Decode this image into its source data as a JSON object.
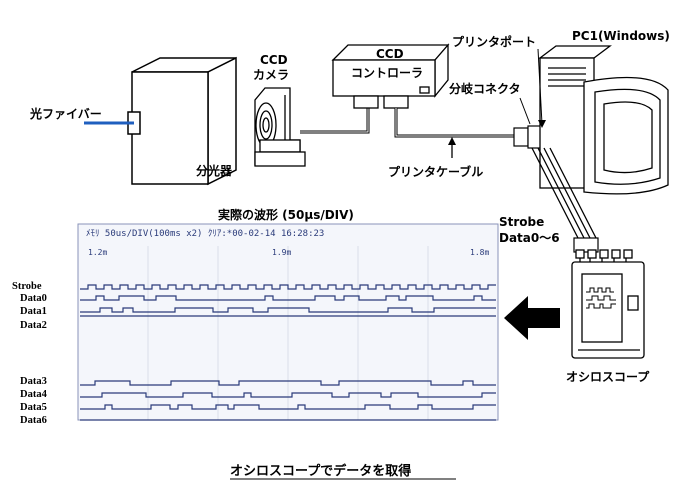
{
  "labels": {
    "fiber": "光ファイバー",
    "spectrometer": "分光器",
    "ccd_camera_l1": "CCD",
    "ccd_camera_l2": "カメラ",
    "ccd_ctrl_l1": "CCD",
    "ccd_ctrl_l2": "コントローラ",
    "printer_port": "プリンタポート",
    "pc": "PC1(Windows)",
    "branch_connector": "分岐コネクタ",
    "printer_cable": "プリンタケーブル",
    "waveform_title": "実際の波形 (50μs/DIV)",
    "strobe_data_l1": "Strobe",
    "strobe_data_l2": "Data0～6",
    "oscilloscope": "オシロスコープ",
    "caption": "オシロスコープでデータを取得"
  },
  "scope_screen": {
    "header": "ﾒﾓﾘ    50us/DIV(100ms x2) ｸﾘｱ:*00-02-14 16:28:23",
    "ticks": [
      "1.2m",
      "1.9m",
      "1.8m"
    ]
  },
  "signals": [
    "Strobe",
    "Data0",
    "Data1",
    "Data2",
    "Data3",
    "Data4",
    "Data5",
    "Data6"
  ],
  "colors": {
    "fiber": "#1f5fbf",
    "trace": "#2a3b7a",
    "arrow": "#000000"
  }
}
